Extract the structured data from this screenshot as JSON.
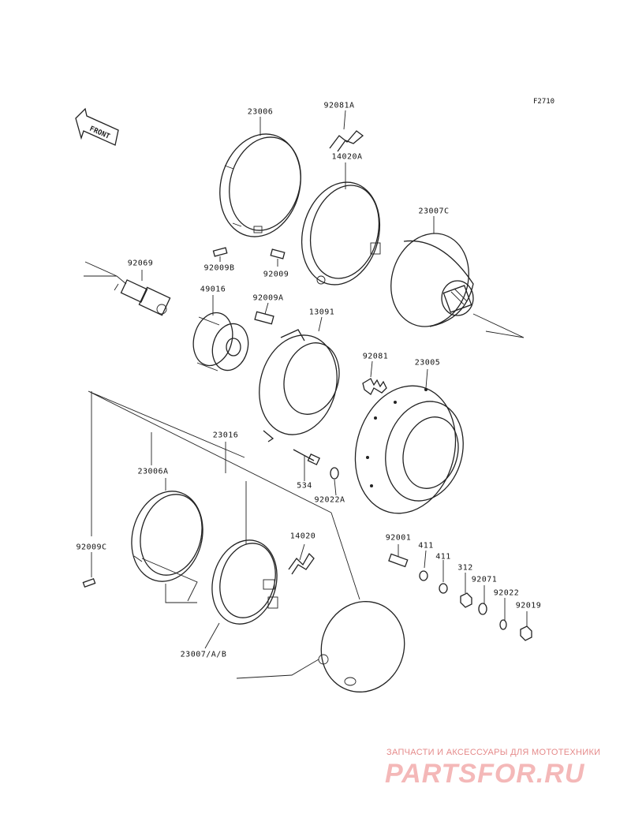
{
  "ref_code": "F2710",
  "front_label": "FRONT",
  "labels": {
    "p23006": "23006",
    "p92081a": "92081A",
    "p14020a": "14020A",
    "p23007c": "23007C",
    "p92069": "92069",
    "p92009b": "92009B",
    "p92009": "92009",
    "p49016": "49016",
    "p92009a": "92009A",
    "p13091": "13091",
    "p92081": "92081",
    "p23005": "23005",
    "p23016": "23016",
    "p23006a": "23006A",
    "p534": "534",
    "p92022a": "92022A",
    "p14020": "14020",
    "p92001": "92001",
    "p411a": "411",
    "p411b": "411",
    "p312": "312",
    "p92071": "92071",
    "p92022": "92022",
    "p92019": "92019",
    "p92009c": "92009C",
    "p23007ab": "23007/A/B"
  },
  "watermark": {
    "tagline": "ЗАПЧАСТИ И АКСЕССУАРЫ ДЛЯ МОТОТЕХНИКИ",
    "logo": "PARTSFOR.RU"
  }
}
